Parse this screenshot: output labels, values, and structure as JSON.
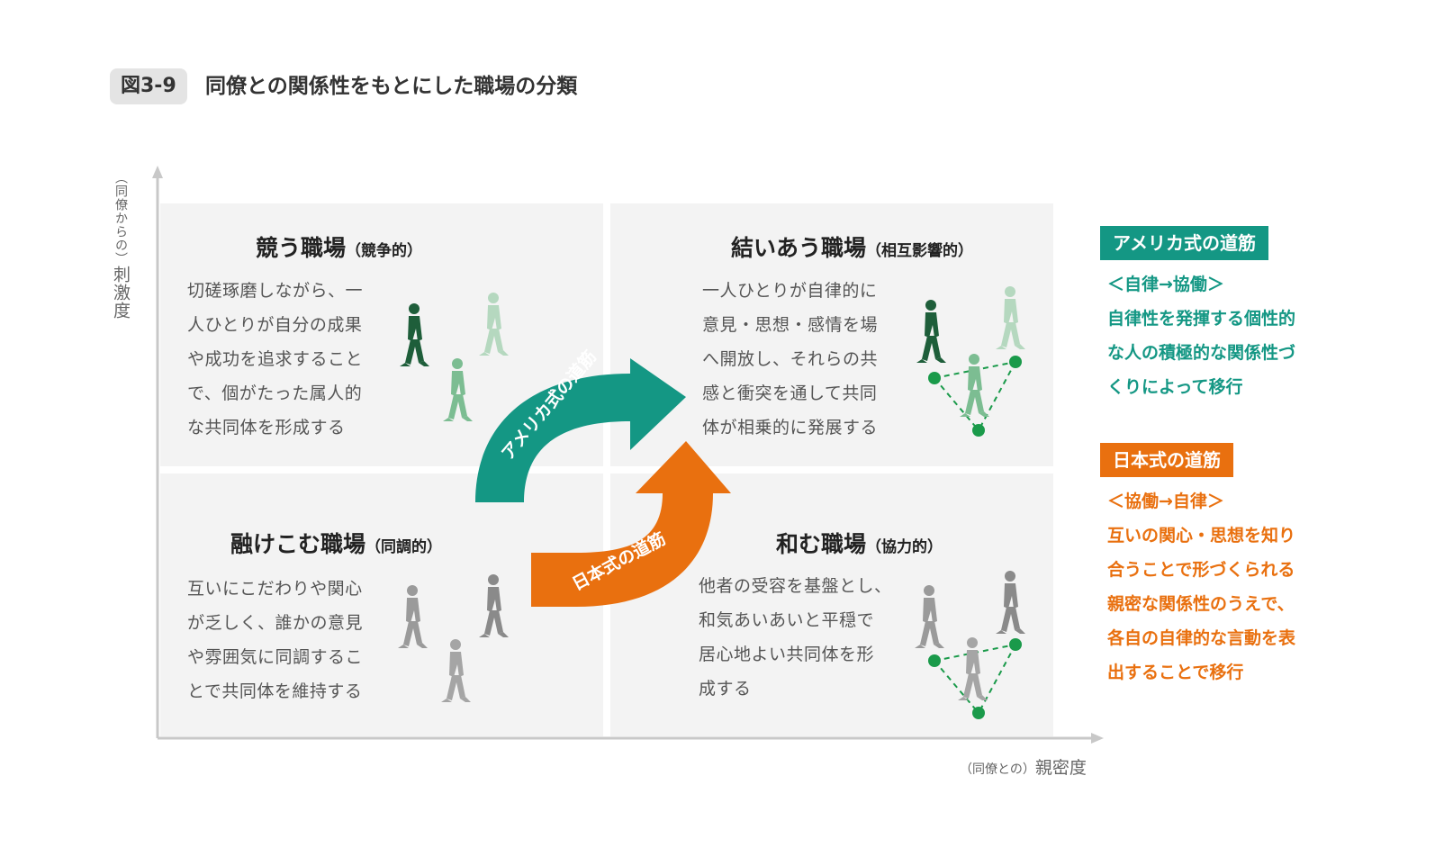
{
  "figure": {
    "label": "図3-9",
    "title": "同僚との関係性をもとにした職場の分類"
  },
  "axes": {
    "y_paren": "（同僚からの）",
    "y_main": "刺激度",
    "x_paren": "（同僚との）",
    "x_main": "親密度"
  },
  "quadrants": {
    "top_left": {
      "title": "競う職場",
      "sub": "（競争的）",
      "description": "切磋琢磨しながら、一\n人ひとりが自分の成果\nや成功を追求すること\nで、個がたった属人的\nな共同体を形成する"
    },
    "top_right": {
      "title": "結いあう職場",
      "sub": "（相互影響的）",
      "description": "一人ひとりが自律的に\n意見・思想・感情を場\nへ開放し、それらの共\n感と衝突を通して共同\n体が相乗的に発展する"
    },
    "bottom_left": {
      "title": "融けこむ職場",
      "sub": "（同調的）",
      "description": "互いにこだわりや関心\nが乏しく、誰かの意見\nや雰囲気に同調するこ\nとで共同体を維持する"
    },
    "bottom_right": {
      "title": "和む職場",
      "sub": "（協力的）",
      "description": "他者の受容を基盤とし、\n和気あいあいと平穏で\n居心地よい共同体を形\n成する"
    }
  },
  "arrows": {
    "american": "アメリカ式の道筋",
    "japanese": "日本式の道筋"
  },
  "legend": {
    "american": {
      "tag": "アメリカ式の道筋",
      "lines": "＜自律→協働＞\n自律性を発揮する個性的\nな人の積極的な関係性づ\nくりによって移行"
    },
    "japanese": {
      "tag": "日本式の道筋",
      "lines": "＜協働→自律＞\n互いの関心・思想を知り\n合うことで形づくられる\n親密な関係性のうえで、\n各自の自律的な言動を表\n出することで移行"
    }
  },
  "colors": {
    "teal": "#149784",
    "orange": "#e9700f",
    "dark_green": "#1e5e3a",
    "light_green": "#8cc4a0",
    "grey_figure": "#9a9a9a",
    "network_green": "#1a9a4a"
  }
}
